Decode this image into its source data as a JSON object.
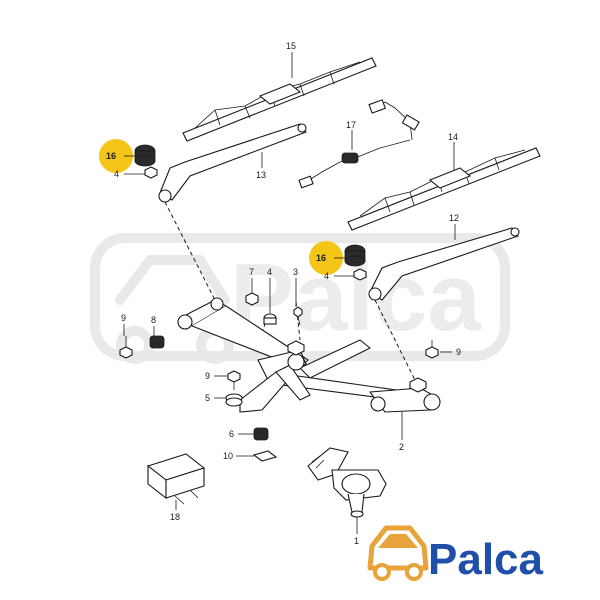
{
  "diagram": {
    "callouts": {
      "c1": "1",
      "c2": "2",
      "c3": "3",
      "c4a": "4",
      "c4b": "4",
      "c4c": "4",
      "c5": "5",
      "c6": "6",
      "c7": "7",
      "c8": "8",
      "c9a": "9",
      "c9b": "9",
      "c9c": "9",
      "c10": "10",
      "c12": "12",
      "c13": "13",
      "c14": "14",
      "c15": "15",
      "c16a": "16",
      "c16b": "16",
      "c17": "17",
      "c18": "18"
    },
    "highlight_color": "#f5c518"
  },
  "watermark": {
    "text": "Palca"
  },
  "logo": {
    "text": "Palca",
    "brand_color": "#1f4fa8",
    "accent_color": "#e8a33a"
  }
}
